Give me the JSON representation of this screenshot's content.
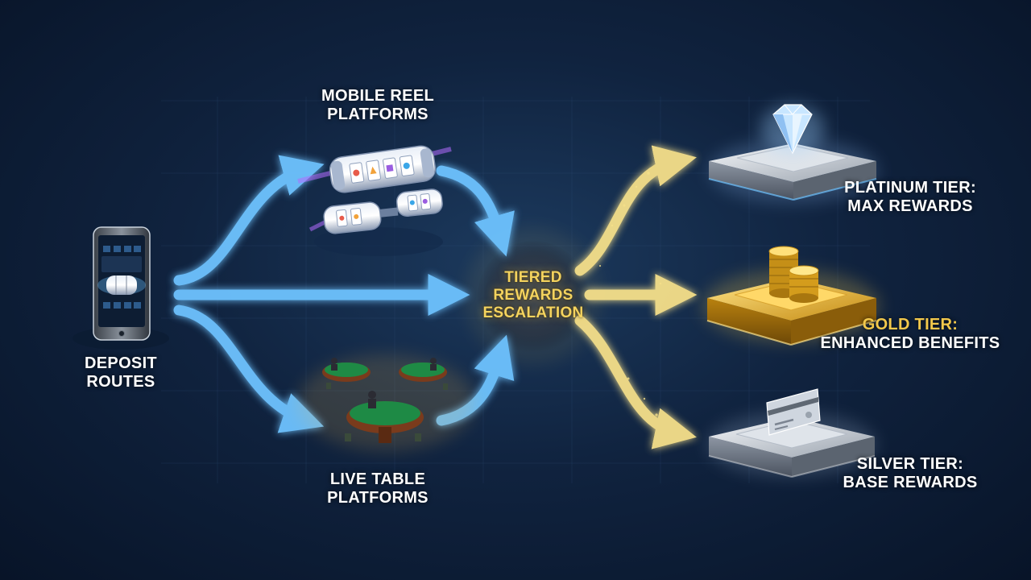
{
  "diagram": {
    "source": {
      "lines": [
        "DEPOSIT",
        "ROUTES"
      ]
    },
    "platforms": {
      "reel": {
        "lines": [
          "MOBILE REEL",
          "PLATFORMS"
        ]
      },
      "table": {
        "lines": [
          "LIVE TABLE",
          "PLATFORMS"
        ]
      }
    },
    "hub": {
      "lines": [
        "TIERED",
        "REWARDS",
        "ESCALATION"
      ]
    },
    "tiers": {
      "platinum": {
        "lines": [
          "PLATINUM TIER:",
          "MAX REWARDS"
        ]
      },
      "gold": {
        "lines": [
          "GOLD TIER:",
          "ENHANCED BENEFITS"
        ]
      },
      "silver": {
        "lines": [
          "SILVER TIER:",
          "BASE REWARDS"
        ]
      }
    }
  },
  "colors": {
    "flow_blue": "#6ec3ff",
    "flow_gold": "#f6e08a",
    "accent_gold": "#f2c84b",
    "background": "#0b1a33"
  },
  "icons": {
    "source": "smartphone-icon",
    "reel": "slot-reels-icon",
    "table": "casino-tables-icon",
    "platinum": "diamond-icon",
    "gold": "coin-stack-icon",
    "silver": "card-icon"
  }
}
